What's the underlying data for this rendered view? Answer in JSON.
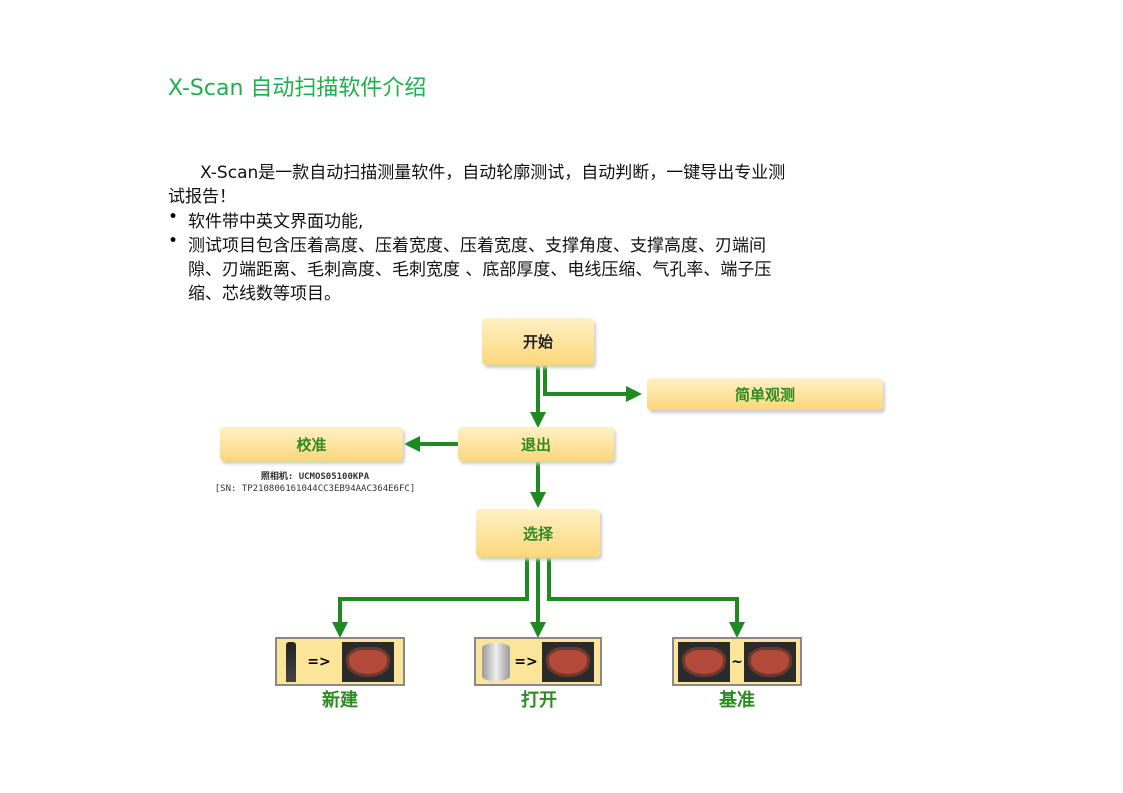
{
  "title": "X-Scan 自动扫描软件介绍",
  "intro": {
    "line1": "X-Scan是一款自动扫描测量软件，自动轮廓测试，自动判断，一键导出专业测",
    "line2": "试报告！"
  },
  "bullets": [
    {
      "lines": [
        "软件带中英文界面功能,"
      ]
    },
    {
      "lines": [
        "测试项目包含压着高度、压着宽度、压着宽度、支撑角度、支撑高度、刃端间",
        "隙、刃端距离、毛刺高度、毛刺宽度 、底部厚度、电线压缩、气孔率、端子压",
        "缩、芯线数等项目。"
      ]
    }
  ],
  "flow": {
    "start": "开始",
    "simple": "简单观测",
    "exit": "退出",
    "calibrate": "校准",
    "select": "选择",
    "camera": "照相机: UCMOS05100KPA",
    "sn": "[SN: TP210806161044CC3EB94AAC364E6FC]",
    "new": "新建",
    "open": "打开",
    "reference": "基准",
    "arrow_sym": "=>",
    "approx_sym": "~"
  },
  "colors": {
    "title": "#1db04d",
    "arrow": "#1f8a1f"
  }
}
